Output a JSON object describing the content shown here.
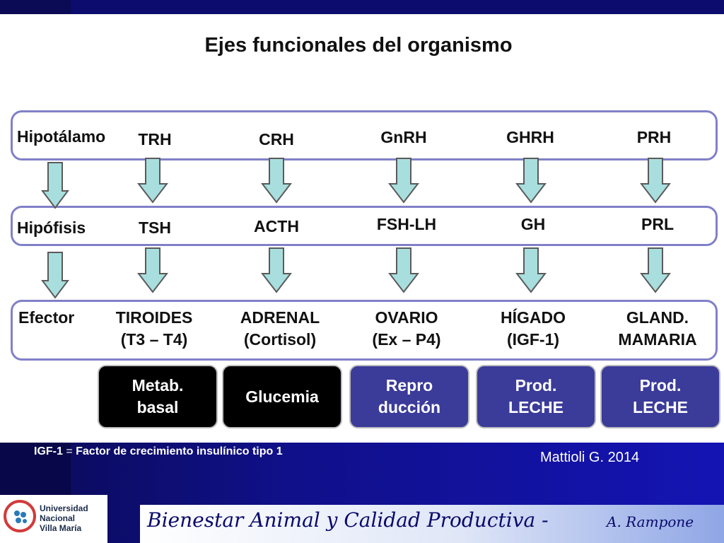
{
  "title": "Ejes funcionales del organismo",
  "rows": {
    "hipotalamo": {
      "label": "Hipotálamo",
      "items": [
        "TRH",
        "CRH",
        "GnRH",
        "GHRH",
        "PRH"
      ]
    },
    "hipofisis": {
      "label": "Hipófisis",
      "items": [
        "TSH",
        "ACTH",
        "FSH-LH",
        "GH",
        "PRL"
      ]
    },
    "efector": {
      "label": "Efector",
      "items": [
        {
          "line1": "TIROIDES",
          "line2": "(T3 – T4)"
        },
        {
          "line1": "ADRENAL",
          "line2": "(Cortisol)"
        },
        {
          "line1": "OVARIO",
          "line2": "(Ex – P4)"
        },
        {
          "line1": "HÍGADO",
          "line2": "(IGF-1)"
        },
        {
          "line1": "GLAND.",
          "line2": "MAMARIA"
        }
      ]
    }
  },
  "outcomes": [
    {
      "line1": "Metab.",
      "line2": "basal",
      "style": "black"
    },
    {
      "line1": "Glucemia",
      "line2": "",
      "style": "black"
    },
    {
      "line1": "Repro",
      "line2": "ducción",
      "style": "purple"
    },
    {
      "line1": "Prod.",
      "line2": "LECHE",
      "style": "purple"
    },
    {
      "line1": "Prod.",
      "line2": "LECHE",
      "style": "purple"
    }
  ],
  "footnote": {
    "term": "IGF-1",
    "separator": " = ",
    "definition": "Factor de crecimiento insulínico tipo 1"
  },
  "citation": "Mattioli G. 2014",
  "logo": {
    "line1": "Universidad",
    "line2": "Nacional",
    "line3": "Villa María"
  },
  "footer": {
    "course": "Bienestar Animal y Calidad Productiva -",
    "author": "A. Rampone"
  },
  "colors": {
    "band_border": "#8080c8",
    "arrow_fill": "#a8dede",
    "dark_box": "#000000",
    "purple_box": "#3b3b9a",
    "navy": "#0c0c6e"
  },
  "icons": {
    "arrow": "down-arrow-icon",
    "logo": "university-logo-icon"
  }
}
